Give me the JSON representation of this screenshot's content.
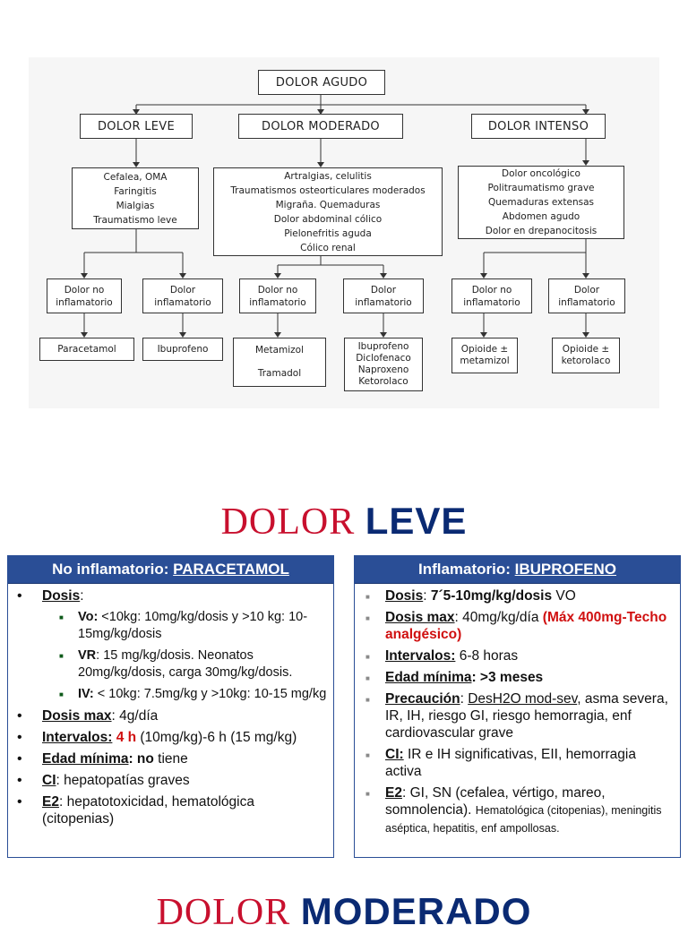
{
  "diagram": {
    "root": "DOLOR AGUDO",
    "levels": [
      {
        "label": "DOLOR LEVE",
        "conditions": [
          "Cefalea, OMA",
          "Faringitis",
          "Mialgias",
          "Traumatismo leve"
        ],
        "non_inflammatory": {
          "label_l1": "Dolor no",
          "label_l2": "inflamatorio",
          "drugs": [
            "Paracetamol"
          ]
        },
        "inflammatory": {
          "label_l1": "Dolor",
          "label_l2": "inflamatorio",
          "drugs": [
            "Ibuprofeno"
          ]
        }
      },
      {
        "label": "DOLOR MODERADO",
        "conditions": [
          "Artralgias, celulitis",
          "Traumatismos osteorticulares moderados",
          "Migraña. Quemaduras",
          "Dolor abdominal cólico",
          "Pielonefritis aguda",
          "Cólico renal"
        ],
        "non_inflammatory": {
          "label_l1": "Dolor no",
          "label_l2": "inflamatorio",
          "drugs": [
            "Metamizol",
            "Tramadol"
          ]
        },
        "inflammatory": {
          "label_l1": "Dolor",
          "label_l2": "inflamatorio",
          "drugs": [
            "Ibuprofeno",
            "Diclofenaco",
            "Naproxeno",
            "Ketorolaco"
          ]
        }
      },
      {
        "label": "DOLOR INTENSO",
        "conditions": [
          "Dolor oncológico",
          "Politraumatismo grave",
          "Quemaduras extensas",
          "Abdomen agudo",
          "Dolor en drepanocitosis"
        ],
        "non_inflammatory": {
          "label_l1": "Dolor no",
          "label_l2": "inflamatorio",
          "drugs": [
            "Opioide ±",
            "metamizol"
          ]
        },
        "inflammatory": {
          "label_l1": "Dolor",
          "label_l2": "inflamatorio",
          "drugs": [
            "Opioide ±",
            "ketorolaco"
          ]
        }
      }
    ]
  },
  "section1": {
    "word1": "DOLOR",
    "word2": "LEVE"
  },
  "section2": {
    "word1": "DOLOR",
    "word2": "MODERADO"
  },
  "left_panel": {
    "header_prefix": "No inflamatorio: ",
    "header_drug": "PARACETAMOL",
    "dosis_label": "Dosis",
    "dosis_suffix": ":",
    "vo_label": "Vo:",
    "vo_text": " <10kg: 10mg/kg/dosis y >10 kg: 10-15mg/kg/dosis",
    "vr_label": "VR",
    "vr_text": ": 15 mg/kg/dosis. Neonatos 20mg/kg/dosis, carga 30mg/kg/dosis.",
    "iv_label": "IV:",
    "iv_text": " < 10kg: 7.5mg/kg y >10kg: 10-15 mg/kg",
    "dosis_max_label": "Dosis max",
    "dosis_max_text": ": 4g/día",
    "intervalos_label": "Intervalos:",
    "intervalos_red": " 4 h",
    "intervalos_text": " (10mg/kg)-6 h (15 mg/kg)",
    "edad_label": "Edad mínima",
    "edad_bold": ": no",
    "edad_text": " tiene",
    "ci_label": "CI",
    "ci_text": ": hepatopatías graves",
    "e2_label": "E2",
    "e2_text": ": hepatotoxicidad, hematológica (citopenias)"
  },
  "right_panel": {
    "header_prefix": "Inflamatorio: ",
    "header_drug": "IBUPROFENO",
    "dosis_label": "Dosis",
    "dosis_colon": ": ",
    "dosis_bold": "7´5-10mg/kg/dosis",
    "dosis_text": " VO",
    "dosis_max_label": "Dosis max",
    "dosis_max_text": ": 40mg/kg/día ",
    "dosis_max_red": "(Máx 400mg-Techo analgésico)",
    "intervalos_label": "Intervalos:",
    "intervalos_text": " 6-8 horas",
    "edad_label": "Edad mínima",
    "edad_bold": ": >3 meses",
    "precaucion_label": "Precaución",
    "precaucion_colon": ": ",
    "precaucion_ul": "DesH2O mod-sev",
    "precaucion_text": ", asma severa, IR, IH, riesgo GI, riesgo hemorragia, enf cardiovascular grave",
    "ci_label": "CI:",
    "ci_text": " IR e IH significativas, EII, hemorragia activa",
    "e2_label": "E2",
    "e2_text": ": GI, SN (cefalea, vértigo, mareo, somnolencia). ",
    "e2_small": "Hematológica (citopenias), meningitis aséptica, hepatitis, enf ampollosas."
  }
}
